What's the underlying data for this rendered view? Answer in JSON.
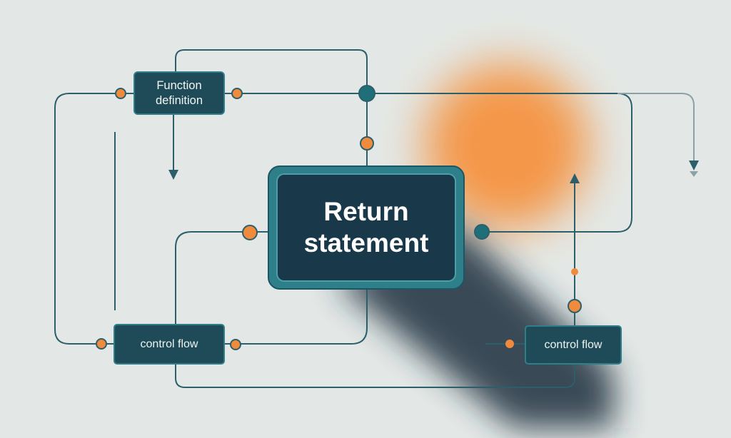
{
  "nodes": {
    "function_definition": "Function\ndefinition",
    "return_statement": "Return\nstatement",
    "control_flow_left": "control flow",
    "control_flow_right": "control flow"
  },
  "colors": {
    "background": "#e3e8e6",
    "line": "#2d5f6a",
    "node_fill": "#1f4a58",
    "node_border": "#2f7f8a",
    "main_fill": "#19394b",
    "main_border": "#3a8f97",
    "accent_orange": "#f08a3c",
    "connector_teal": "#1f6f78",
    "glow": "#f5933f",
    "shadow": "#1c2e3d"
  }
}
